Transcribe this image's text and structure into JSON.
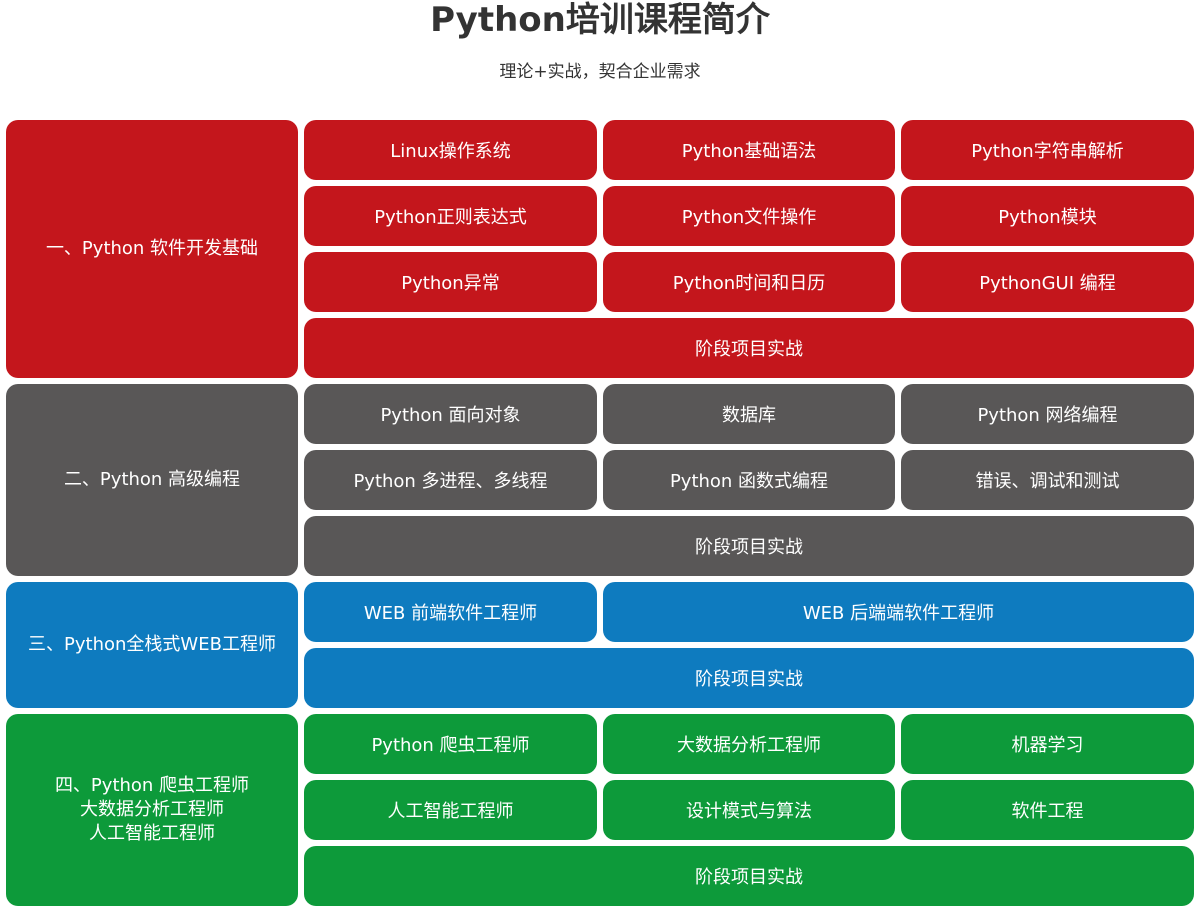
{
  "header": {
    "title": "Python培训课程简介",
    "subtitle": "理论+实战，契合企业需求"
  },
  "sections": [
    {
      "color": "#c4161c",
      "label_lines": [
        "一、Python 软件开发基础"
      ],
      "cells": [
        {
          "text": "Linux操作系统",
          "span": 1
        },
        {
          "text": "Python基础语法",
          "span": 1
        },
        {
          "text": "Python字符串解析",
          "span": 1
        },
        {
          "text": "Python正则表达式",
          "span": 1
        },
        {
          "text": "Python文件操作",
          "span": 1
        },
        {
          "text": "Python模块",
          "span": 1
        },
        {
          "text": "Python异常",
          "span": 1
        },
        {
          "text": "Python时间和日历",
          "span": 1
        },
        {
          "text": "PythonGUI 编程",
          "span": 1
        },
        {
          "text": "阶段项目实战",
          "span": 3
        }
      ]
    },
    {
      "color": "#595757",
      "label_lines": [
        "二、Python 高级编程"
      ],
      "cells": [
        {
          "text": "Python 面向对象",
          "span": 1
        },
        {
          "text": "数据库",
          "span": 1
        },
        {
          "text": "Python 网络编程",
          "span": 1
        },
        {
          "text": "Python 多进程、多线程",
          "span": 1
        },
        {
          "text": "Python 函数式编程",
          "span": 1
        },
        {
          "text": "错误、调试和测试",
          "span": 1
        },
        {
          "text": "阶段项目实战",
          "span": 3
        }
      ]
    },
    {
      "color": "#0e7bbf",
      "label_lines": [
        "三、Python全栈式WEB工程师"
      ],
      "cells": [
        {
          "text": "WEB 前端软件工程师",
          "span": 1
        },
        {
          "text": "WEB 后端端软件工程师",
          "span": 2
        },
        {
          "text": "阶段项目实战",
          "span": 3
        }
      ]
    },
    {
      "color": "#0d9a3a",
      "label_lines": [
        "四、Python 爬虫工程师",
        "大数据分析工程师",
        "人工智能工程师"
      ],
      "cells": [
        {
          "text": "Python 爬虫工程师",
          "span": 1
        },
        {
          "text": "大数据分析工程师",
          "span": 1
        },
        {
          "text": "机器学习",
          "span": 1
        },
        {
          "text": "人工智能工程师",
          "span": 1
        },
        {
          "text": "设计模式与算法",
          "span": 1
        },
        {
          "text": "软件工程",
          "span": 1
        },
        {
          "text": "阶段项目实战",
          "span": 3
        }
      ]
    }
  ]
}
